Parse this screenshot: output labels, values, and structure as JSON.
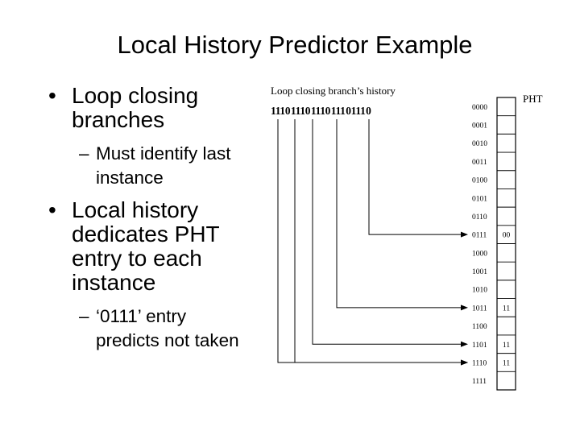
{
  "title": "Local History Predictor Example",
  "bullets": [
    {
      "text": "Loop closing branches",
      "sub": [
        "Must identify last instance"
      ]
    },
    {
      "text": "Local history dedicates PHT entry to each instance",
      "sub": [
        "‘0111’ entry predicts not taken"
      ]
    }
  ],
  "diagram": {
    "history_label": "Loop closing branch’s history",
    "history_groups": [
      "1110",
      "1110",
      "1110",
      "111",
      "0111",
      "0"
    ],
    "pht_label": "PHT",
    "pht_rows": [
      {
        "index": "0000",
        "value": ""
      },
      {
        "index": "0001",
        "value": ""
      },
      {
        "index": "0010",
        "value": ""
      },
      {
        "index": "0011",
        "value": ""
      },
      {
        "index": "0100",
        "value": ""
      },
      {
        "index": "0101",
        "value": ""
      },
      {
        "index": "0110",
        "value": ""
      },
      {
        "index": "0111",
        "value": "00"
      },
      {
        "index": "1000",
        "value": ""
      },
      {
        "index": "1001",
        "value": ""
      },
      {
        "index": "1010",
        "value": ""
      },
      {
        "index": "1011",
        "value": "11"
      },
      {
        "index": "1100",
        "value": ""
      },
      {
        "index": "1101",
        "value": "11"
      },
      {
        "index": "1110",
        "value": "11"
      },
      {
        "index": "1111",
        "value": ""
      }
    ],
    "arrows": [
      {
        "from_group": 4,
        "to_row": 7
      },
      {
        "from_group": 3,
        "to_row": 11
      },
      {
        "from_group": 2,
        "to_row": 13
      },
      {
        "from_group": 1,
        "to_row": 14
      },
      {
        "from_group": 0,
        "to_row": 14
      }
    ]
  }
}
